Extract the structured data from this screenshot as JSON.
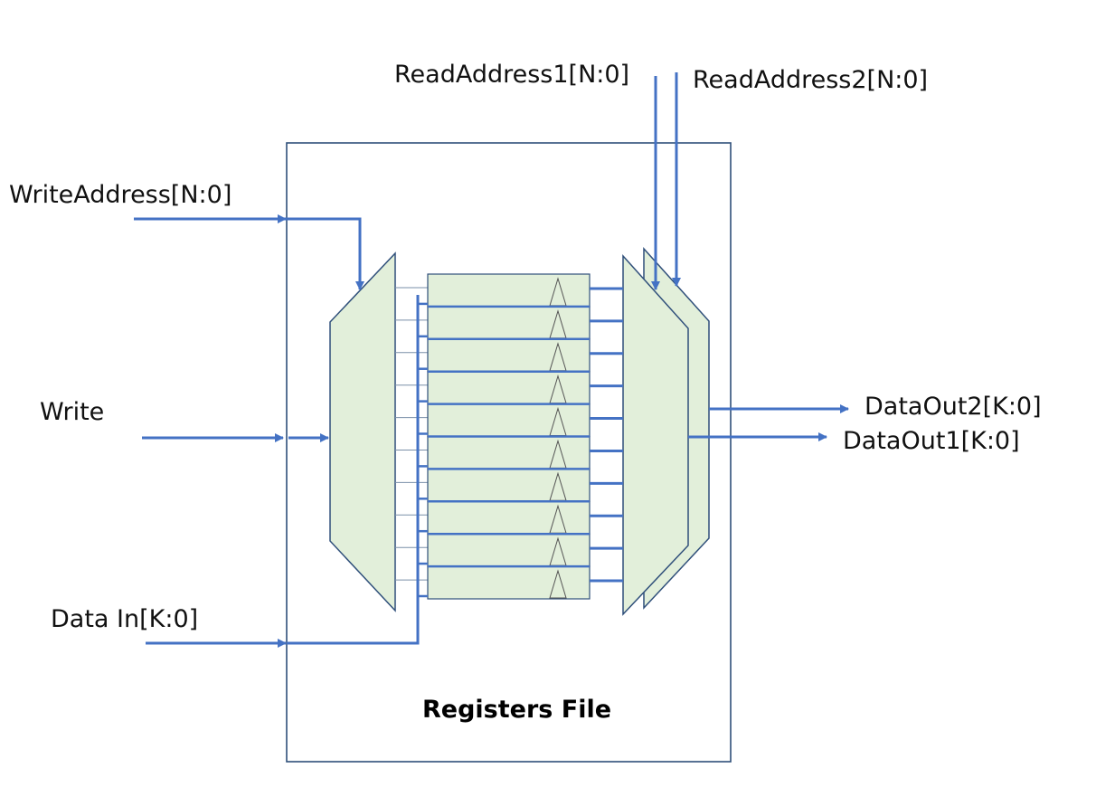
{
  "title": "Registers File",
  "inputs": {
    "write_address": "WriteAddress[N:0]",
    "write": "Write",
    "data_in": "Data In[K:0]",
    "read_address_1": "ReadAddress1[N:0]",
    "read_address_2": "ReadAddress2[N:0]"
  },
  "outputs": {
    "data_out_1": "DataOut1[K:0]",
    "data_out_2": "DataOut2[K:0]"
  },
  "register_count": 10,
  "colors": {
    "wire": "#4472c4",
    "outline": "#2f4f7a",
    "fill": "#e2efda",
    "background": "#ffffff"
  }
}
